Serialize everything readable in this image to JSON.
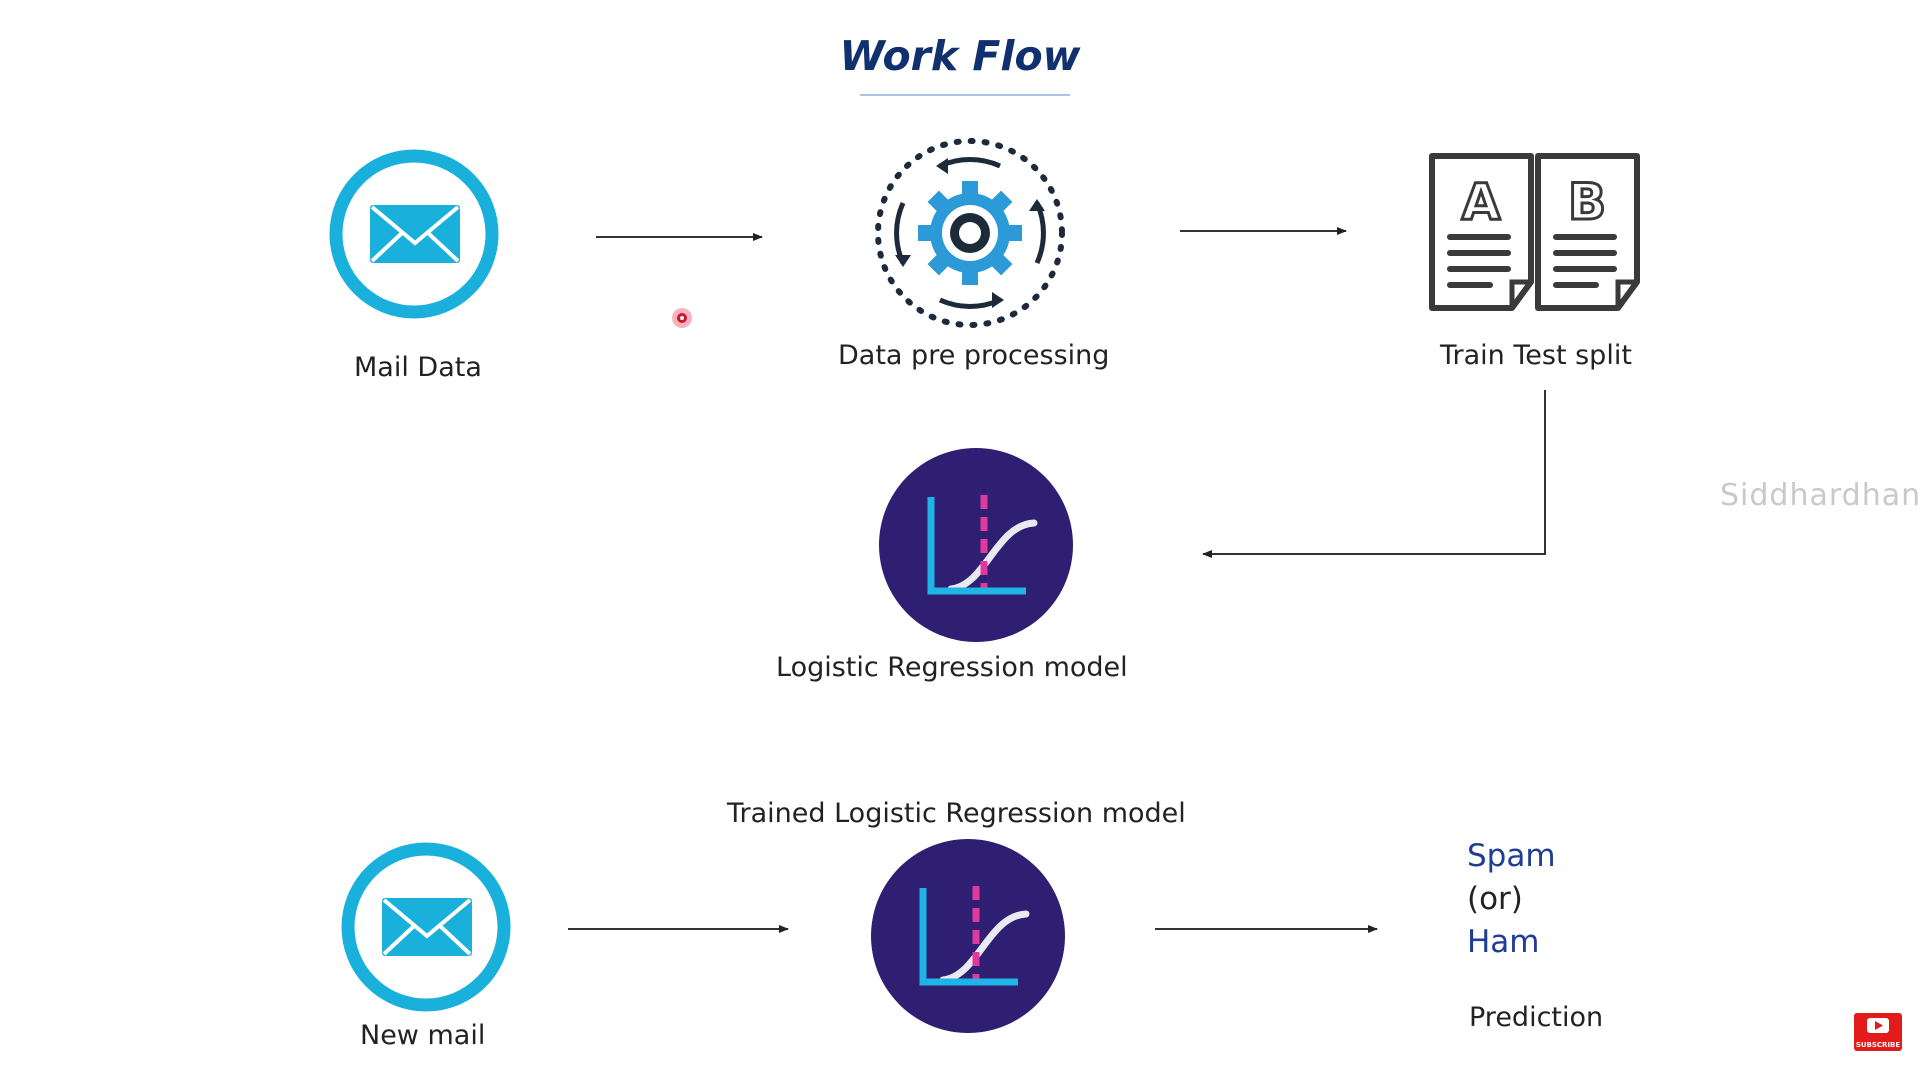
{
  "diagram": {
    "title": "Work Flow",
    "nodes": {
      "mail_data": "Mail Data",
      "preprocessing": "Data pre processing",
      "split": "Train Test split",
      "model": "Logistic Regression model",
      "trained_model": "Trained Logistic Regression model",
      "new_mail": "New mail"
    },
    "split_doc_letters": [
      "A",
      "B"
    ],
    "prediction": {
      "option_1": "Spam",
      "connector": "(or)",
      "option_2": "Ham",
      "caption": "Prediction"
    },
    "watermark": "Siddhardhan",
    "subscribe_badge": "SUBSCRIBE"
  },
  "colors": {
    "title": "#10306e",
    "mail_icon": "#1ab0dc",
    "gear_icon": "#2b9ad6",
    "model_icon_bg": "#2e1f72",
    "model_axis": "#20b4e6",
    "model_dashes": "#e0399d",
    "prediction_blue": "#1f3d92",
    "subscribe_red": "#e21b1b"
  }
}
